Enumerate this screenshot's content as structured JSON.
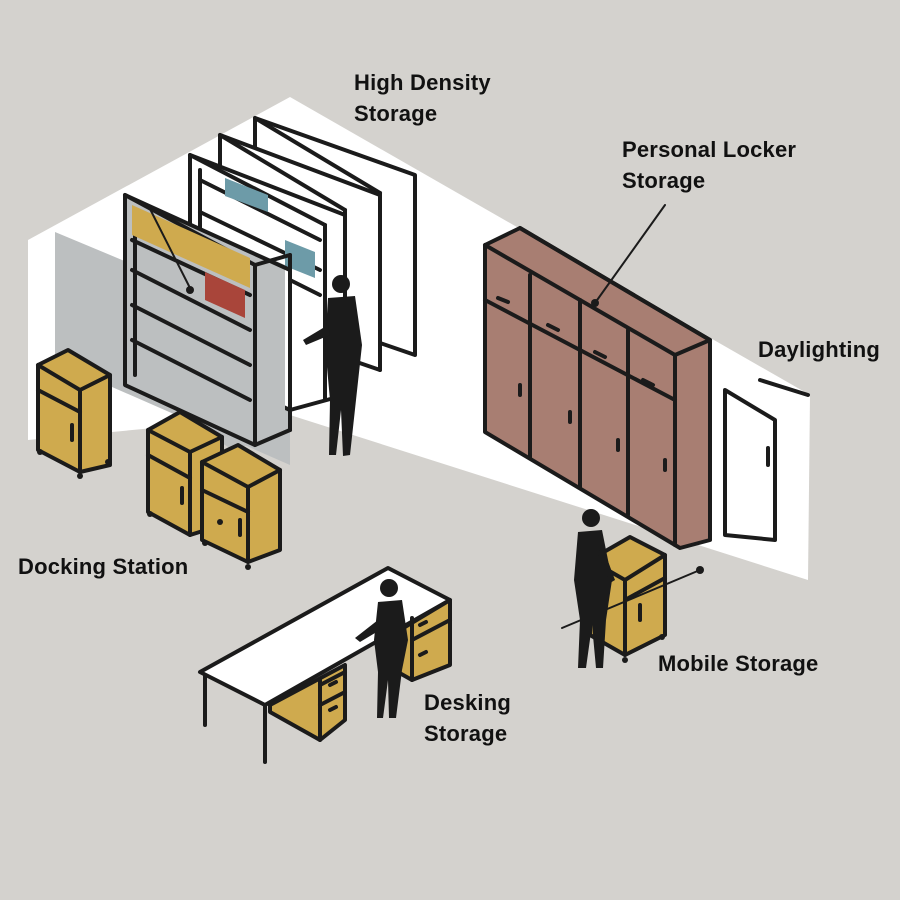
{
  "labels": {
    "high_density": {
      "line1": "High Density",
      "line2": "Storage"
    },
    "personal_locker": {
      "line1": "Personal Locker",
      "line2": "Storage"
    },
    "daylighting": "Daylighting",
    "docking_station": "Docking Station",
    "mobile_storage": "Mobile Storage",
    "desking": {
      "line1": "Desking",
      "line2": "Storage"
    }
  },
  "colors": {
    "background": "#d4d2ce",
    "wall": "#ffffff",
    "ink": "#1b1b1b",
    "locker": "#a87e72",
    "cabinet": "#cfaa4e",
    "shelf_panel": "#bcbfc0",
    "box_blue": "#6d9ba8",
    "box_red": "#a9453a"
  }
}
